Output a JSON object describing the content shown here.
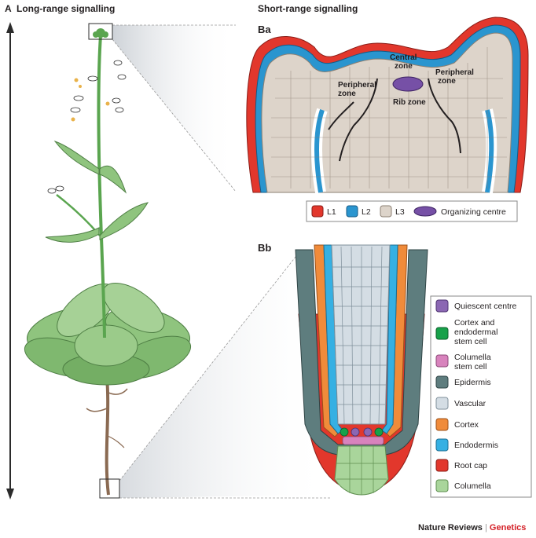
{
  "panels": {
    "a_letter": "A",
    "a_title": "Long-range signalling",
    "short_title": "Short-range signalling",
    "ba_label": "Ba",
    "bb_label": "Bb"
  },
  "shoot_zones": {
    "central": [
      "Central",
      "zone"
    ],
    "peripheral_left": [
      "Peripheral",
      "zone"
    ],
    "peripheral_right": [
      "Peripheral",
      "zone"
    ],
    "rib": "Rib zone"
  },
  "shoot_legend": [
    {
      "label": "L1",
      "color": "#e2372c"
    },
    {
      "label": "L2",
      "color": "#2a95cf"
    },
    {
      "label": "L3",
      "color": "#ddd4ca"
    },
    {
      "label": "Organizing centre",
      "color": "#7650a6"
    }
  ],
  "root_legend": [
    {
      "label": [
        "Quiescent centre"
      ],
      "color": "#8b67b3"
    },
    {
      "label": [
        "Cortex and",
        "endodermal",
        "stem cell"
      ],
      "color": "#17a14a"
    },
    {
      "label": [
        "Columella",
        "stem cell"
      ],
      "color": "#d883bd"
    },
    {
      "label": [
        "Epidermis"
      ],
      "color": "#5e7d7e"
    },
    {
      "label": [
        "Vascular"
      ],
      "color": "#d4dde4"
    },
    {
      "label": [
        "Cortex"
      ],
      "color": "#f08b3a"
    },
    {
      "label": [
        "Endodermis"
      ],
      "color": "#35b0e3"
    },
    {
      "label": [
        "Root cap"
      ],
      "color": "#e2372c"
    },
    {
      "label": [
        "Columella"
      ],
      "color": "#a9d59b"
    }
  ],
  "credit": {
    "journal": "Nature Reviews",
    "separator": "|",
    "section": "Genetics"
  },
  "colors": {
    "stem": "#5aa54f",
    "leaf": "#8fc47e",
    "root": "#8a6a52"
  }
}
